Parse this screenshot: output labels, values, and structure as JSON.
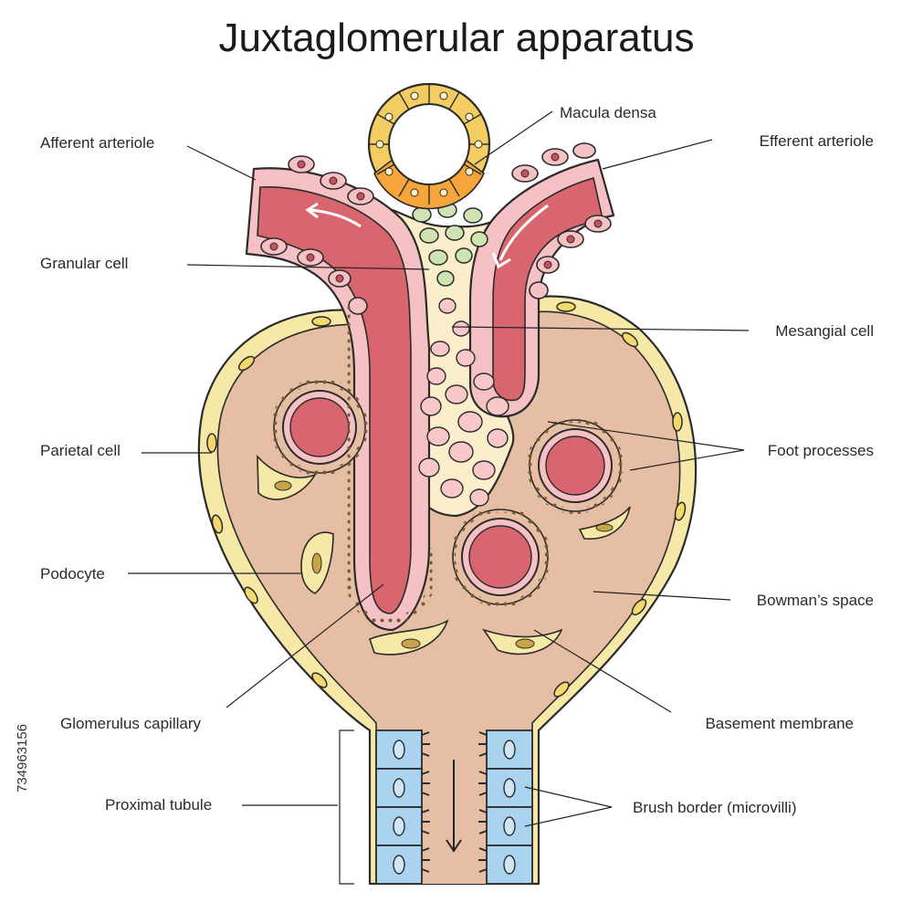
{
  "title": "Juxtaglomerular apparatus",
  "stock_id": "734963156",
  "labels": {
    "macula_densa": "Macula densa",
    "afferent_arteriole": "Afferent arteriole",
    "efferent_arteriole": "Efferent arteriole",
    "granular_cell": "Granular cell",
    "mesangial_cell": "Mesangial cell",
    "parietal_cell": "Parietal cell",
    "foot_processes": "Foot processes",
    "podocyte": "Podocyte",
    "bowmans_space": "Bowman’s space",
    "glomerulus_capillary": "Glomerulus capillary",
    "basement_membrane": "Basement membrane",
    "proximal_tubule": "Proximal tubule",
    "brush_border": "Brush border (microvilli)"
  },
  "colors": {
    "capsule_fill": "#e5bea3",
    "parietal_layer": "#f6e8a6",
    "vessel": "#d9666e",
    "vessel_light": "#ef9aa0",
    "mesangium": "#fbeecb",
    "mesangial_cell": "#f7c7c9",
    "granular_cell": "#cfe3b2",
    "macula_outer": "#f3cd62",
    "macula_inner": "#f5a53a",
    "tubule_cell": "#a9d3ef",
    "podocyte": "#f6e8a6",
    "outline": "#2b2b2b"
  }
}
